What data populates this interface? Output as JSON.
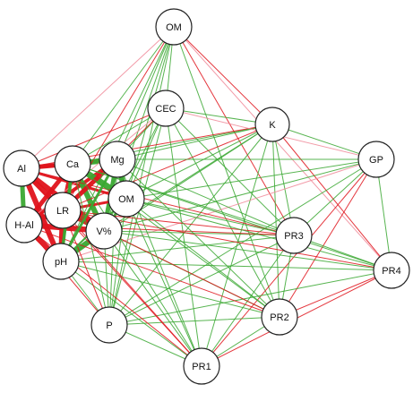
{
  "colors": {
    "positive_strong": "#3aa832",
    "positive_weak": "#3aa832",
    "negative_strong": "#e0141c",
    "negative_weak": "#f08a9a",
    "node_fill": "#ffffff",
    "node_stroke": "#222222"
  },
  "nodes": [
    {
      "id": "OM_top",
      "label": "OM"
    },
    {
      "id": "CEC",
      "label": "CEC"
    },
    {
      "id": "K",
      "label": "K"
    },
    {
      "id": "GP",
      "label": "GP"
    },
    {
      "id": "Al",
      "label": "Al"
    },
    {
      "id": "Ca",
      "label": "Ca"
    },
    {
      "id": "Mg",
      "label": "Mg"
    },
    {
      "id": "OM",
      "label": "OM"
    },
    {
      "id": "HAl",
      "label": "H-Al"
    },
    {
      "id": "LR",
      "label": "LR"
    },
    {
      "id": "V",
      "label": "V%"
    },
    {
      "id": "pH",
      "label": "pH"
    },
    {
      "id": "PR3",
      "label": "PR3"
    },
    {
      "id": "PR4",
      "label": "PR4"
    },
    {
      "id": "P",
      "label": "P"
    },
    {
      "id": "PR2",
      "label": "PR2"
    },
    {
      "id": "PR1",
      "label": "PR1"
    }
  ],
  "edges": [
    {
      "s": "Al",
      "t": "Ca",
      "sign": "neg",
      "w": 5
    },
    {
      "s": "Al",
      "t": "LR",
      "sign": "neg",
      "w": 6
    },
    {
      "s": "Al",
      "t": "HAl",
      "sign": "pos",
      "w": 5
    },
    {
      "s": "Al",
      "t": "V",
      "sign": "neg",
      "w": 6
    },
    {
      "s": "Al",
      "t": "pH",
      "sign": "neg",
      "w": 6
    },
    {
      "s": "Al",
      "t": "Mg",
      "sign": "neg",
      "w": 4
    },
    {
      "s": "Al",
      "t": "OM",
      "sign": "neg",
      "w": 3
    },
    {
      "s": "HAl",
      "t": "LR",
      "sign": "neg",
      "w": 6
    },
    {
      "s": "HAl",
      "t": "V",
      "sign": "neg",
      "w": 6
    },
    {
      "s": "HAl",
      "t": "pH",
      "sign": "neg",
      "w": 6
    },
    {
      "s": "HAl",
      "t": "Ca",
      "sign": "neg",
      "w": 5
    },
    {
      "s": "HAl",
      "t": "Mg",
      "sign": "neg",
      "w": 4
    },
    {
      "s": "Ca",
      "t": "Mg",
      "sign": "pos",
      "w": 6
    },
    {
      "s": "Ca",
      "t": "OM",
      "sign": "pos",
      "w": 7
    },
    {
      "s": "Ca",
      "t": "V",
      "sign": "pos",
      "w": 6
    },
    {
      "s": "Ca",
      "t": "LR",
      "sign": "neg",
      "w": 5
    },
    {
      "s": "Ca",
      "t": "pH",
      "sign": "pos",
      "w": 4
    },
    {
      "s": "Mg",
      "t": "OM",
      "sign": "pos",
      "w": 6
    },
    {
      "s": "Mg",
      "t": "V",
      "sign": "pos",
      "w": 5
    },
    {
      "s": "Mg",
      "t": "LR",
      "sign": "neg",
      "w": 5
    },
    {
      "s": "LR",
      "t": "V",
      "sign": "neg",
      "w": 6
    },
    {
      "s": "LR",
      "t": "pH",
      "sign": "neg",
      "w": 6
    },
    {
      "s": "V",
      "t": "pH",
      "sign": "pos",
      "w": 6
    },
    {
      "s": "V",
      "t": "OM",
      "sign": "pos",
      "w": 3
    },
    {
      "s": "LR",
      "t": "OM",
      "sign": "neg",
      "w": 3
    },
    {
      "s": "OM_top",
      "t": "CEC",
      "sign": "pos",
      "w": 1
    },
    {
      "s": "OM_top",
      "t": "Ca",
      "sign": "pos",
      "w": 1
    },
    {
      "s": "OM_top",
      "t": "Mg",
      "sign": "pos",
      "w": 1
    },
    {
      "s": "OM_top",
      "t": "OM",
      "sign": "pos",
      "w": 1
    },
    {
      "s": "OM_top",
      "t": "V",
      "sign": "pos",
      "w": 1
    },
    {
      "s": "OM_top",
      "t": "LR",
      "sign": "neg",
      "w": 1
    },
    {
      "s": "OM_top",
      "t": "Al",
      "sign": "negw",
      "w": 1
    },
    {
      "s": "OM_top",
      "t": "K",
      "sign": "neg",
      "w": 1
    },
    {
      "s": "OM_top",
      "t": "PR3",
      "sign": "neg",
      "w": 1
    },
    {
      "s": "OM_top",
      "t": "PR4",
      "sign": "negw",
      "w": 1
    },
    {
      "s": "OM_top",
      "t": "PR2",
      "sign": "pos",
      "w": 1
    },
    {
      "s": "OM_top",
      "t": "pH",
      "sign": "pos",
      "w": 1
    },
    {
      "s": "OM_top",
      "t": "P",
      "sign": "pos",
      "w": 1
    },
    {
      "s": "CEC",
      "t": "Al",
      "sign": "neg",
      "w": 1
    },
    {
      "s": "CEC",
      "t": "Ca",
      "sign": "pos",
      "w": 1
    },
    {
      "s": "CEC",
      "t": "Mg",
      "sign": "pos",
      "w": 1
    },
    {
      "s": "CEC",
      "t": "OM",
      "sign": "pos",
      "w": 1
    },
    {
      "s": "CEC",
      "t": "V",
      "sign": "pos",
      "w": 1
    },
    {
      "s": "CEC",
      "t": "K",
      "sign": "pos",
      "w": 1
    },
    {
      "s": "CEC",
      "t": "PR3",
      "sign": "pos",
      "w": 1
    },
    {
      "s": "CEC",
      "t": "PR2",
      "sign": "pos",
      "w": 1
    },
    {
      "s": "CEC",
      "t": "PR1",
      "sign": "pos",
      "w": 1
    },
    {
      "s": "CEC",
      "t": "LR",
      "sign": "neg",
      "w": 1
    },
    {
      "s": "CEC",
      "t": "HAl",
      "sign": "negw",
      "w": 1
    },
    {
      "s": "CEC",
      "t": "P",
      "sign": "pos",
      "w": 1
    },
    {
      "s": "K",
      "t": "Ca",
      "sign": "pos",
      "w": 1
    },
    {
      "s": "K",
      "t": "Mg",
      "sign": "pos",
      "w": 1
    },
    {
      "s": "K",
      "t": "OM",
      "sign": "pos",
      "w": 1
    },
    {
      "s": "K",
      "t": "V",
      "sign": "pos",
      "w": 1
    },
    {
      "s": "K",
      "t": "Al",
      "sign": "neg",
      "w": 1
    },
    {
      "s": "K",
      "t": "LR",
      "sign": "neg",
      "w": 1
    },
    {
      "s": "K",
      "t": "pH",
      "sign": "pos",
      "w": 1
    },
    {
      "s": "K",
      "t": "GP",
      "sign": "pos",
      "w": 1
    },
    {
      "s": "K",
      "t": "PR3",
      "sign": "pos",
      "w": 1
    },
    {
      "s": "K",
      "t": "PR4",
      "sign": "neg",
      "w": 1
    },
    {
      "s": "K",
      "t": "PR2",
      "sign": "pos",
      "w": 1
    },
    {
      "s": "K",
      "t": "PR1",
      "sign": "pos",
      "w": 1
    },
    {
      "s": "K",
      "t": "P",
      "sign": "pos",
      "w": 1
    },
    {
      "s": "GP",
      "t": "Mg",
      "sign": "pos",
      "w": 1
    },
    {
      "s": "GP",
      "t": "OM",
      "sign": "pos",
      "w": 1
    },
    {
      "s": "GP",
      "t": "V",
      "sign": "pos",
      "w": 1
    },
    {
      "s": "GP",
      "t": "pH",
      "sign": "negw",
      "w": 1
    },
    {
      "s": "GP",
      "t": "PR3",
      "sign": "pos",
      "w": 1
    },
    {
      "s": "GP",
      "t": "PR4",
      "sign": "pos",
      "w": 1
    },
    {
      "s": "GP",
      "t": "PR2",
      "sign": "neg",
      "w": 1
    },
    {
      "s": "GP",
      "t": "PR1",
      "sign": "neg",
      "w": 1
    },
    {
      "s": "GP",
      "t": "P",
      "sign": "pos",
      "w": 1
    },
    {
      "s": "GP",
      "t": "CEC",
      "sign": "negw",
      "w": 1
    },
    {
      "s": "PR3",
      "t": "Ca",
      "sign": "pos",
      "w": 1
    },
    {
      "s": "PR3",
      "t": "Mg",
      "sign": "pos",
      "w": 1
    },
    {
      "s": "PR3",
      "t": "OM",
      "sign": "pos",
      "w": 1
    },
    {
      "s": "PR3",
      "t": "V",
      "sign": "pos",
      "w": 1
    },
    {
      "s": "PR3",
      "t": "Al",
      "sign": "neg",
      "w": 1
    },
    {
      "s": "PR3",
      "t": "HAl",
      "sign": "neg",
      "w": 1
    },
    {
      "s": "PR3",
      "t": "LR",
      "sign": "neg",
      "w": 1
    },
    {
      "s": "PR3",
      "t": "pH",
      "sign": "pos",
      "w": 1
    },
    {
      "s": "PR3",
      "t": "PR4",
      "sign": "pos",
      "w": 1
    },
    {
      "s": "PR3",
      "t": "PR2",
      "sign": "pos",
      "w": 1
    },
    {
      "s": "PR3",
      "t": "PR1",
      "sign": "pos",
      "w": 1
    },
    {
      "s": "PR3",
      "t": "P",
      "sign": "pos",
      "w": 1
    },
    {
      "s": "PR4",
      "t": "Ca",
      "sign": "pos",
      "w": 1
    },
    {
      "s": "PR4",
      "t": "OM",
      "sign": "pos",
      "w": 1
    },
    {
      "s": "PR4",
      "t": "V",
      "sign": "pos",
      "w": 1
    },
    {
      "s": "PR4",
      "t": "LR",
      "sign": "neg",
      "w": 1
    },
    {
      "s": "PR4",
      "t": "pH",
      "sign": "pos",
      "w": 1
    },
    {
      "s": "PR4",
      "t": "PR2",
      "sign": "neg",
      "w": 1
    },
    {
      "s": "PR4",
      "t": "PR1",
      "sign": "neg",
      "w": 1
    },
    {
      "s": "PR4",
      "t": "P",
      "sign": "pos",
      "w": 1
    },
    {
      "s": "PR2",
      "t": "Ca",
      "sign": "pos",
      "w": 1
    },
    {
      "s": "PR2",
      "t": "Mg",
      "sign": "pos",
      "w": 1
    },
    {
      "s": "PR2",
      "t": "OM",
      "sign": "pos",
      "w": 1
    },
    {
      "s": "PR2",
      "t": "V",
      "sign": "pos",
      "w": 1
    },
    {
      "s": "PR2",
      "t": "LR",
      "sign": "neg",
      "w": 1
    },
    {
      "s": "PR2",
      "t": "HAl",
      "sign": "neg",
      "w": 1
    },
    {
      "s": "PR2",
      "t": "pH",
      "sign": "pos",
      "w": 1
    },
    {
      "s": "PR2",
      "t": "PR1",
      "sign": "pos",
      "w": 1
    },
    {
      "s": "PR2",
      "t": "P",
      "sign": "pos",
      "w": 1
    },
    {
      "s": "PR1",
      "t": "Ca",
      "sign": "pos",
      "w": 1
    },
    {
      "s": "PR1",
      "t": "Mg",
      "sign": "pos",
      "w": 1
    },
    {
      "s": "PR1",
      "t": "OM",
      "sign": "pos",
      "w": 1
    },
    {
      "s": "PR1",
      "t": "V",
      "sign": "pos",
      "w": 1
    },
    {
      "s": "PR1",
      "t": "LR",
      "sign": "neg",
      "w": 1
    },
    {
      "s": "PR1",
      "t": "HAl",
      "sign": "neg",
      "w": 1
    },
    {
      "s": "PR1",
      "t": "Al",
      "sign": "neg",
      "w": 1
    },
    {
      "s": "PR1",
      "t": "pH",
      "sign": "pos",
      "w": 1
    },
    {
      "s": "PR1",
      "t": "P",
      "sign": "pos",
      "w": 1
    },
    {
      "s": "P",
      "t": "Ca",
      "sign": "pos",
      "w": 1
    },
    {
      "s": "P",
      "t": "Mg",
      "sign": "pos",
      "w": 1
    },
    {
      "s": "P",
      "t": "OM",
      "sign": "pos",
      "w": 1
    },
    {
      "s": "P",
      "t": "V",
      "sign": "pos",
      "w": 1
    },
    {
      "s": "P",
      "t": "LR",
      "sign": "neg",
      "w": 1
    },
    {
      "s": "P",
      "t": "pH",
      "sign": "pos",
      "w": 1
    },
    {
      "s": "P",
      "t": "HAl",
      "sign": "neg",
      "w": 1
    },
    {
      "s": "pH",
      "t": "Mg",
      "sign": "pos",
      "w": 3
    },
    {
      "s": "pH",
      "t": "OM",
      "sign": "pos",
      "w": 2
    },
    {
      "s": "pH",
      "t": "Ca",
      "sign": "pos",
      "w": 3
    }
  ]
}
